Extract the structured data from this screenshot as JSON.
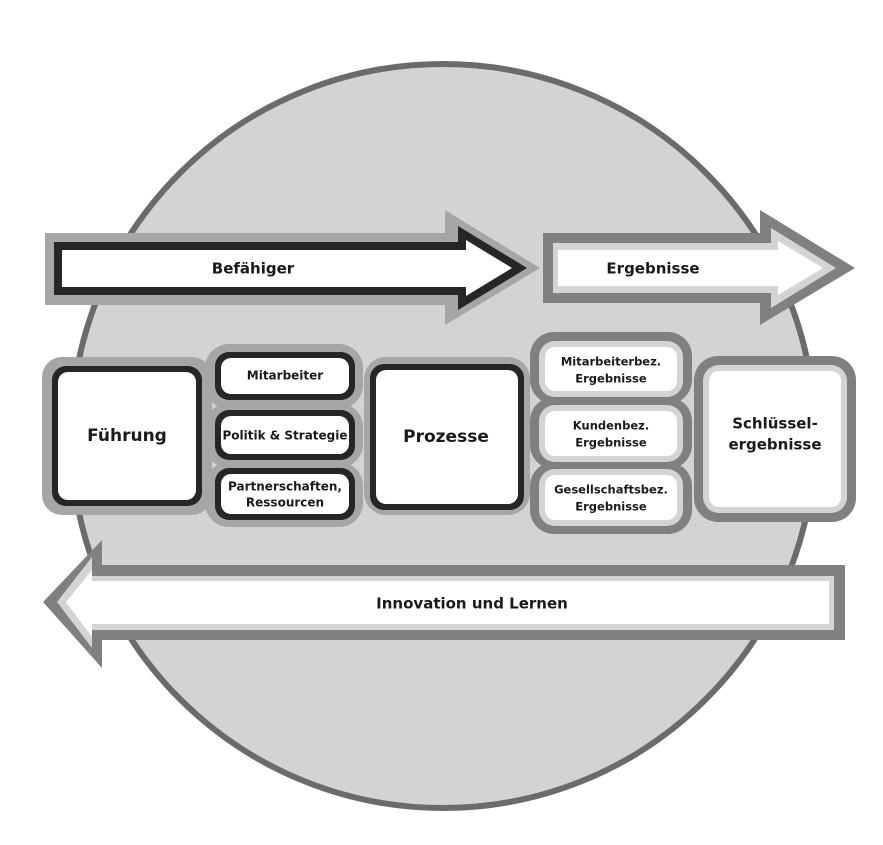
{
  "diagram": {
    "title": "EFQM Excellence Model",
    "colors": {
      "circle_fill": "#d3d3d3",
      "circle_stroke": "#6b6b6b",
      "enabler_outer": "#a6a6a6",
      "enabler_inner": "#262626",
      "result_outer": "#808080",
      "result_inner": "#d4d4d4",
      "box_fill": "#ffffff",
      "text": "#1a1a1a"
    },
    "arrows": {
      "enablers": "Befähiger",
      "results": "Ergebnisse",
      "feedback": "Innovation und Lernen"
    },
    "enablers": {
      "leadership": "Führung",
      "people": "Mitarbeiter",
      "policy": "Politik & Strategie",
      "partnerships": [
        "Partnerschaften,",
        "Ressourcen"
      ],
      "processes": "Prozesse"
    },
    "results": {
      "people_results": [
        "Mitarbeiterbez.",
        "Ergebnisse"
      ],
      "customer_results": [
        "Kundenbez.",
        "Ergebnisse"
      ],
      "society_results": [
        "Gesellschaftsbez.",
        "Ergebnisse"
      ],
      "key_results": [
        "Schlüssel-",
        "ergebnisse"
      ]
    }
  }
}
